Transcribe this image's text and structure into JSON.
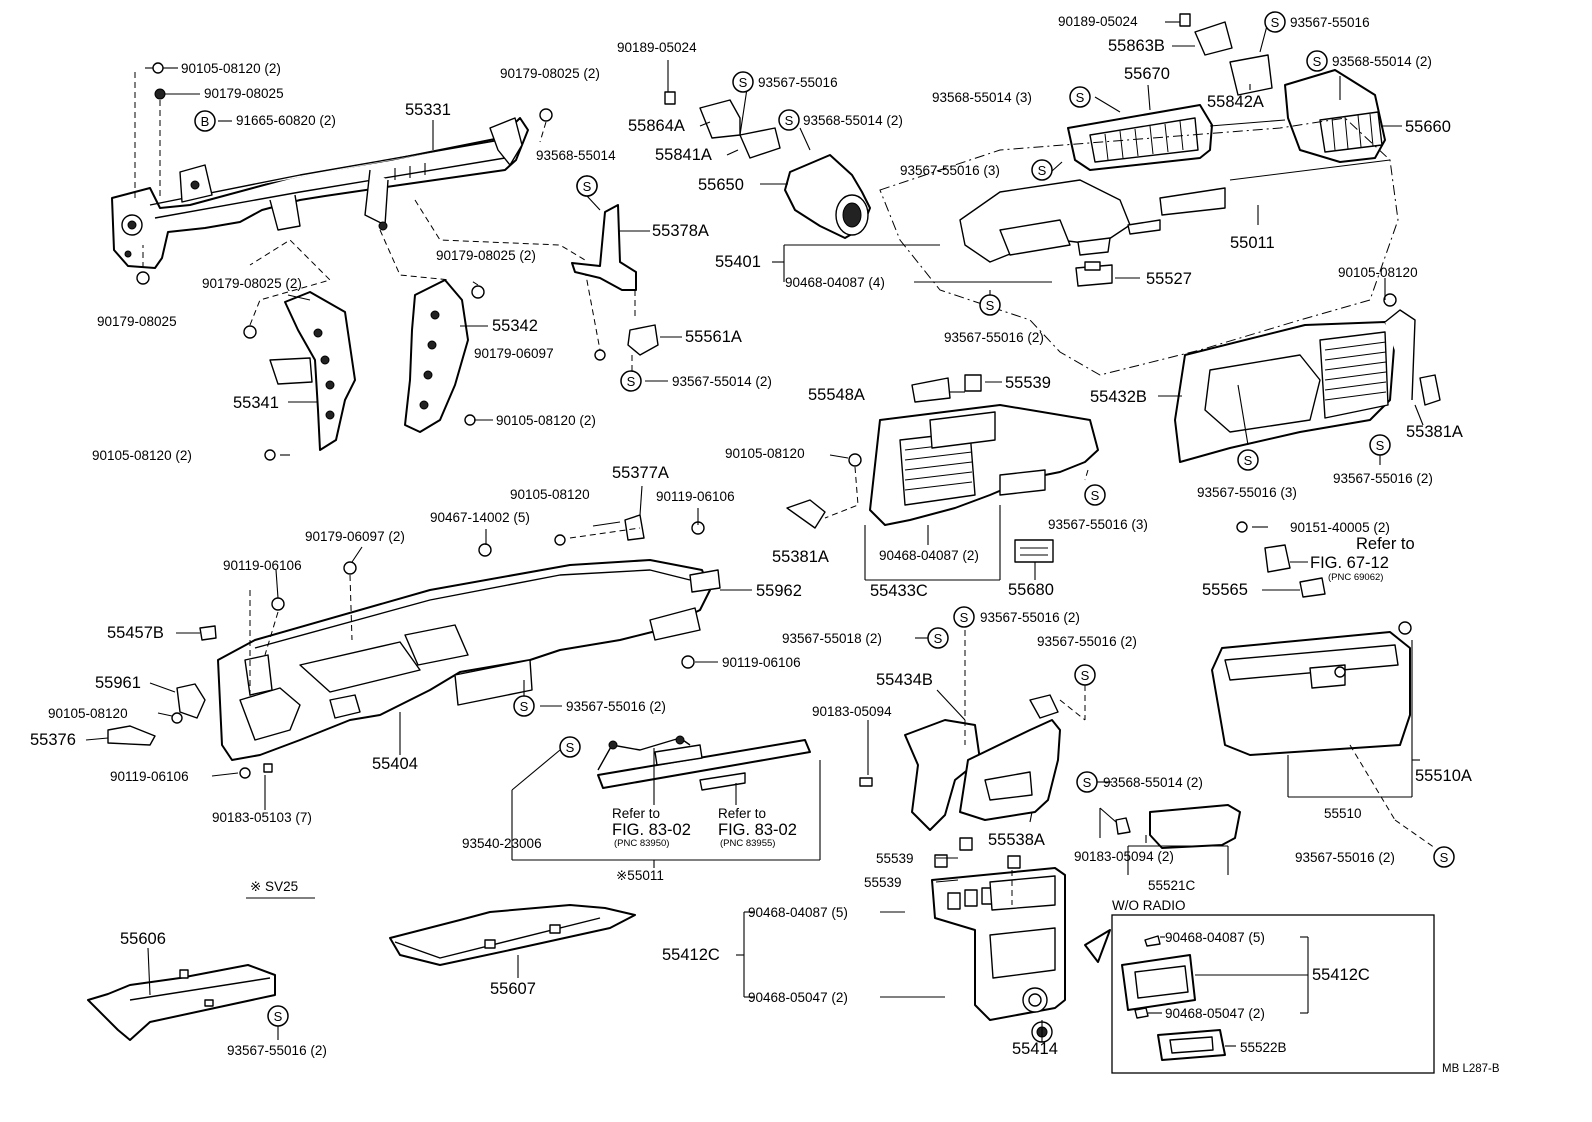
{
  "labels": {
    "p90105_08120_2_tl": "90105-08120 (2)",
    "p90179_08025_tl": "90179-08025",
    "p91665_60820_2": "91665-60820 (2)",
    "p90179_08025_2_top": "90179-08025 (2)",
    "p55331": "55331",
    "p90179_08025_2_left": "90179-08025 (2)",
    "p90179_08025_bl": "90179-08025",
    "p90179_08025_2_mid": "90179-08025 (2)",
    "p55342": "55342",
    "p90179_06097": "90179-06097",
    "p55341": "55341",
    "p90105_08120_2_mid": "90105-08120 (2)",
    "p90105_08120_2_left": "90105-08120 (2)",
    "p90189_05024_a": "90189-05024",
    "p93567_55016_a": "93567-55016",
    "p55864A": "55864A",
    "p93568_55014_2_a": "93568-55014 (2)",
    "p55841A": "55841A",
    "p93568_55014_b": "93568-55014",
    "p55650": "55650",
    "p55378A": "55378A",
    "p55561A": "55561A",
    "p93567_55014_2": "93567-55014 (2)",
    "p90189_05024_b": "90189-05024",
    "p93567_55016_b": "93567-55016",
    "p55863B": "55863B",
    "p55670": "55670",
    "p93568_55014_2_b": "93568-55014 (2)",
    "p93568_55014_3": "93568-55014 (3)",
    "p55842A": "55842A",
    "p55660": "55660",
    "p93567_55016_3_a": "93567-55016 (3)",
    "p55011": "55011",
    "p55401": "55401",
    "p90468_04087_4": "90468-04087 (4)",
    "p55527": "55527",
    "p93567_55016_2_a": "93567-55016 (2)",
    "p90105_08120_r": "90105-08120",
    "p55548A": "55548A",
    "p55539_a": "55539",
    "p55432B": "55432B",
    "p55381A_r": "55381A",
    "p90105_08120_c": "90105-08120",
    "p55381A_l": "55381A",
    "p93567_55016_3_b": "93567-55016 (3)",
    "p93567_55016_3_c": "93567-55016 (3)",
    "p93567_55016_2_b": "93567-55016 (2)",
    "p90468_04087_2": "90468-04087 (2)",
    "p55680": "55680",
    "p55433C": "55433C",
    "p90151_40005_2": "90151-40005 (2)",
    "refer_67_line1": "Refer to",
    "refer_67_line2": "FIG. 67-12",
    "refer_67_pnc": "(PNC 69062)",
    "p55565": "55565",
    "p55377A": "55377A",
    "p90105_08120_d": "90105-08120",
    "p90119_06106_a": "90119-06106",
    "p90467_14002_5": "90467-14002 (5)",
    "p90179_06097_2": "90179-06097 (2)",
    "p90119_06106_b": "90119-06106",
    "p55962": "55962",
    "p55457B": "55457B",
    "p55961": "55961",
    "p90105_08120_e": "90105-08120",
    "p55376": "55376",
    "p90119_06106_c": "90119-06106",
    "p90119_06106_d": "90119-06106",
    "p93567_55016_2_c": "93567-55016 (2)",
    "p55404": "55404",
    "p90183_05103_7": "90183-05103 (7)",
    "p93567_55018_2": "93567-55018 (2)",
    "p93567_55016_2_d": "93567-55016 (2)",
    "p93567_55016_2_e": "93567-55016 (2)",
    "p55434B": "55434B",
    "p90183_05094": "90183-05094",
    "p55538A": "55538A",
    "refer_83_a_line1": "Refer to",
    "refer_83_a_line2": "FIG. 83-02",
    "refer_83_a_pnc": "(PNC 83950)",
    "refer_83_b_line1": "Refer to",
    "refer_83_b_line2": "FIG. 83-02",
    "refer_83_b_pnc": "(PNC 83955)",
    "p93540_23006": "93540-23006",
    "p_x55011": "※55011",
    "sv25": "※ SV25",
    "p55539_b": "55539",
    "p55539_c": "55539",
    "p93568_55014_2_c": "93568-55014 (2)",
    "p90183_05094_2": "90183-05094 (2)",
    "p55521C": "55521C",
    "p55510A": "55510A",
    "p55510": "55510",
    "p93567_55016_2_f": "93567-55016 (2)",
    "wo_radio": "W/O RADIO",
    "p90468_04087_5_a": "90468-04087 (5)",
    "p55412C_a": "55412C",
    "p90468_05047_2_a": "90468-05047 (2)",
    "p55414": "55414",
    "p90468_04087_5_b": "90468-04087 (5)",
    "p55412C_b": "55412C",
    "p90468_05047_2_b": "90468-05047 (2)",
    "p55522B": "55522B",
    "p55606": "55606",
    "p55607": "55607",
    "p93567_55016_2_g": "93567-55016 (2)",
    "fig_code": "MB L287-B"
  },
  "symbols": {
    "S": "S",
    "B": "B"
  }
}
